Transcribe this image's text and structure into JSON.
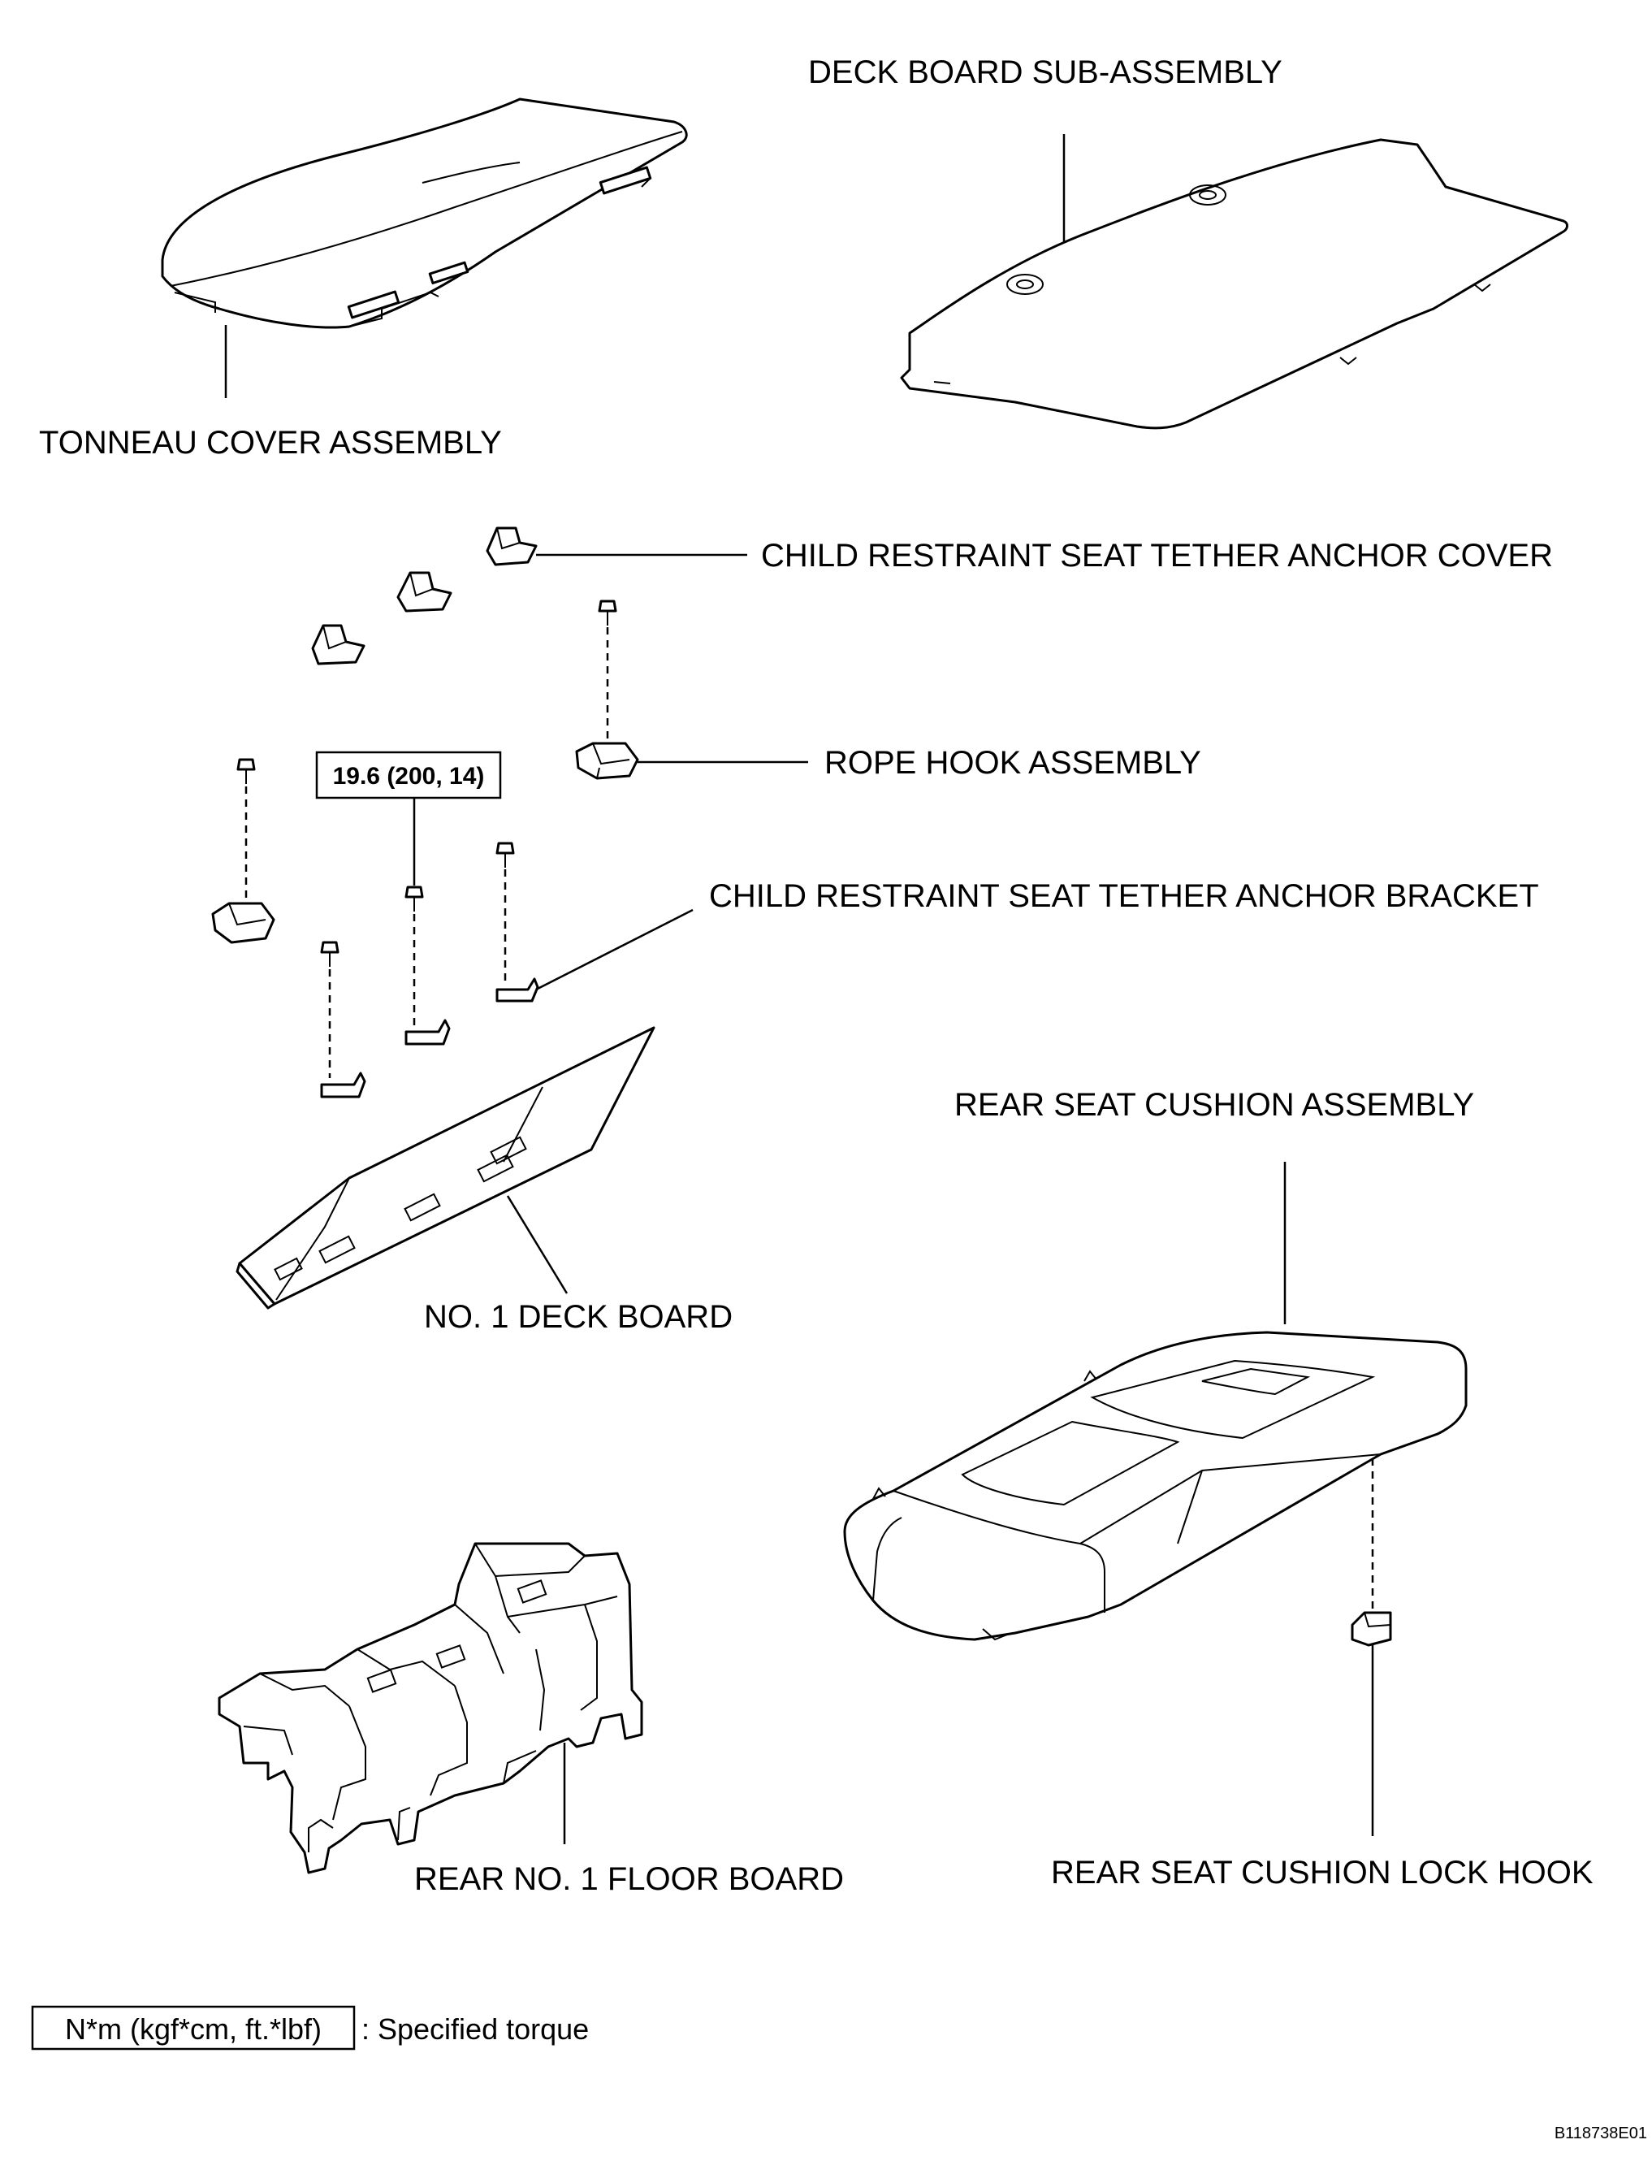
{
  "labels": {
    "deck_board_sub_assembly": "DECK BOARD SUB-ASSEMBLY",
    "tonneau_cover_assembly": "TONNEAU COVER ASSEMBLY",
    "child_restraint_cover": "CHILD RESTRAINT SEAT TETHER ANCHOR COVER",
    "rope_hook_assembly": "ROPE HOOK ASSEMBLY",
    "child_restraint_bracket": "CHILD RESTRAINT SEAT TETHER ANCHOR BRACKET",
    "rear_seat_cushion_assembly": "REAR SEAT CUSHION ASSEMBLY",
    "no1_deck_board": "NO. 1 DECK BOARD",
    "rear_no1_floor_board": "REAR NO. 1 FLOOR BOARD",
    "rear_seat_cushion_lock_hook": "REAR SEAT CUSHION LOCK HOOK"
  },
  "torque": {
    "value": "19.6 (200, 14)"
  },
  "legend": {
    "unit_box": "N*m (kgf*cm, ft.*lbf)",
    "description": ": Specified torque"
  },
  "figure_code": "B118738E01"
}
